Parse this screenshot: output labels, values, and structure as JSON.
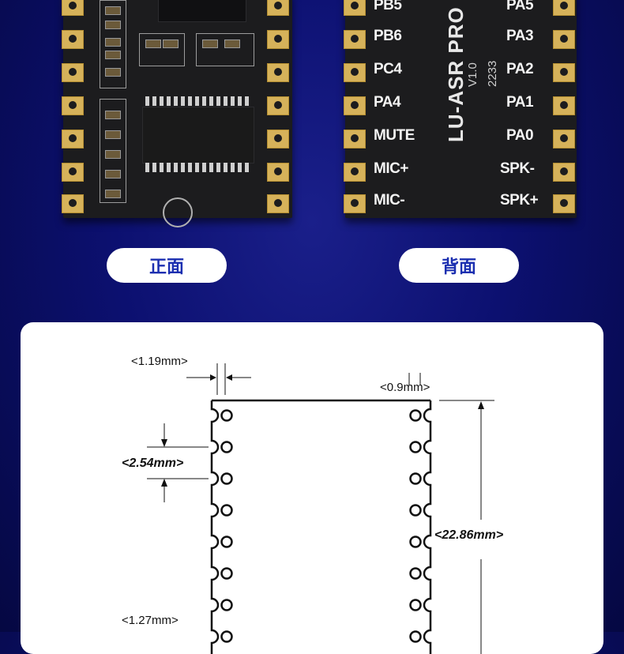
{
  "front": {
    "caption": "正面"
  },
  "back": {
    "caption": "背面",
    "board_title": "LU-ASR PRO",
    "version": "V1.0",
    "marks": "2233",
    "left_pins": [
      "PB5",
      "PB6",
      "PC4",
      "PA4",
      "MUTE",
      "MIC+",
      "MIC-"
    ],
    "right_pins": [
      "PA5",
      "PA3",
      "PA2",
      "PA1",
      "PA0",
      "SPK-",
      "SPK+"
    ]
  },
  "drawing": {
    "pad_width": "<1.19mm>",
    "pad_hole": "<0.9mm>",
    "pitch": "<2.54mm>",
    "height": "<22.86mm>",
    "edge": "<1.27mm>"
  },
  "colors": {
    "background": "#0c1070",
    "pill_text": "#1b2fb0",
    "pad_gold": "#d6b25a"
  }
}
